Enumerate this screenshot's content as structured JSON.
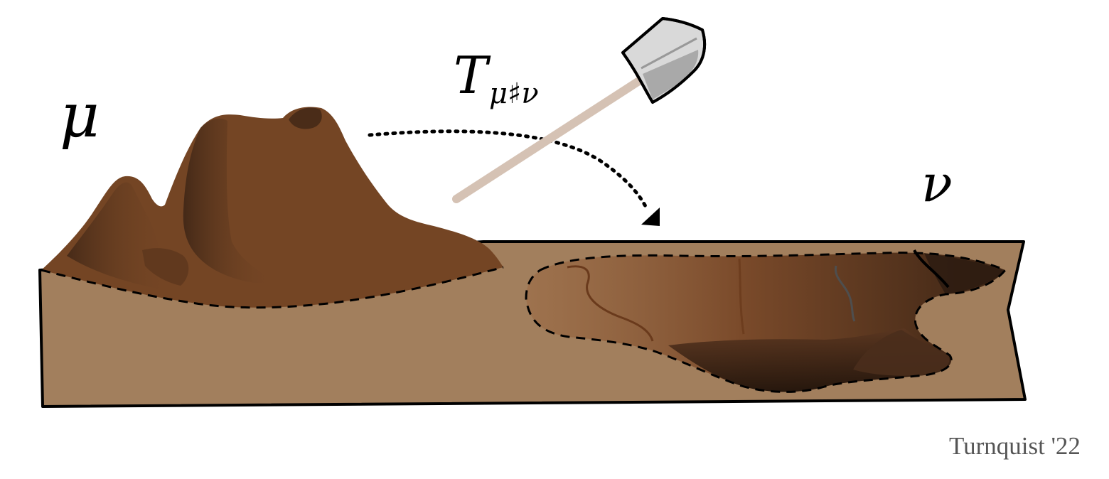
{
  "labels": {
    "source_symbol": "μ",
    "target_symbol": "ν",
    "map_symbol": "T",
    "map_subscript": "μ♯ν",
    "credit": "Turnquist '22"
  },
  "colors": {
    "ground": "#a27f5d",
    "dirt": "#744524",
    "dirt_shadow": "#3f2616",
    "pit": "#7a4a2a",
    "pit_dark": "#2c1a10",
    "shovel_handle": "#d5c2b4",
    "shovel_blade": "#d9d9d9",
    "shovel_blade_shade": "#a9a9a9",
    "outline": "#000000",
    "credit_text": "#555555"
  },
  "icons": [
    "shovel-icon",
    "arrow-head-icon"
  ]
}
